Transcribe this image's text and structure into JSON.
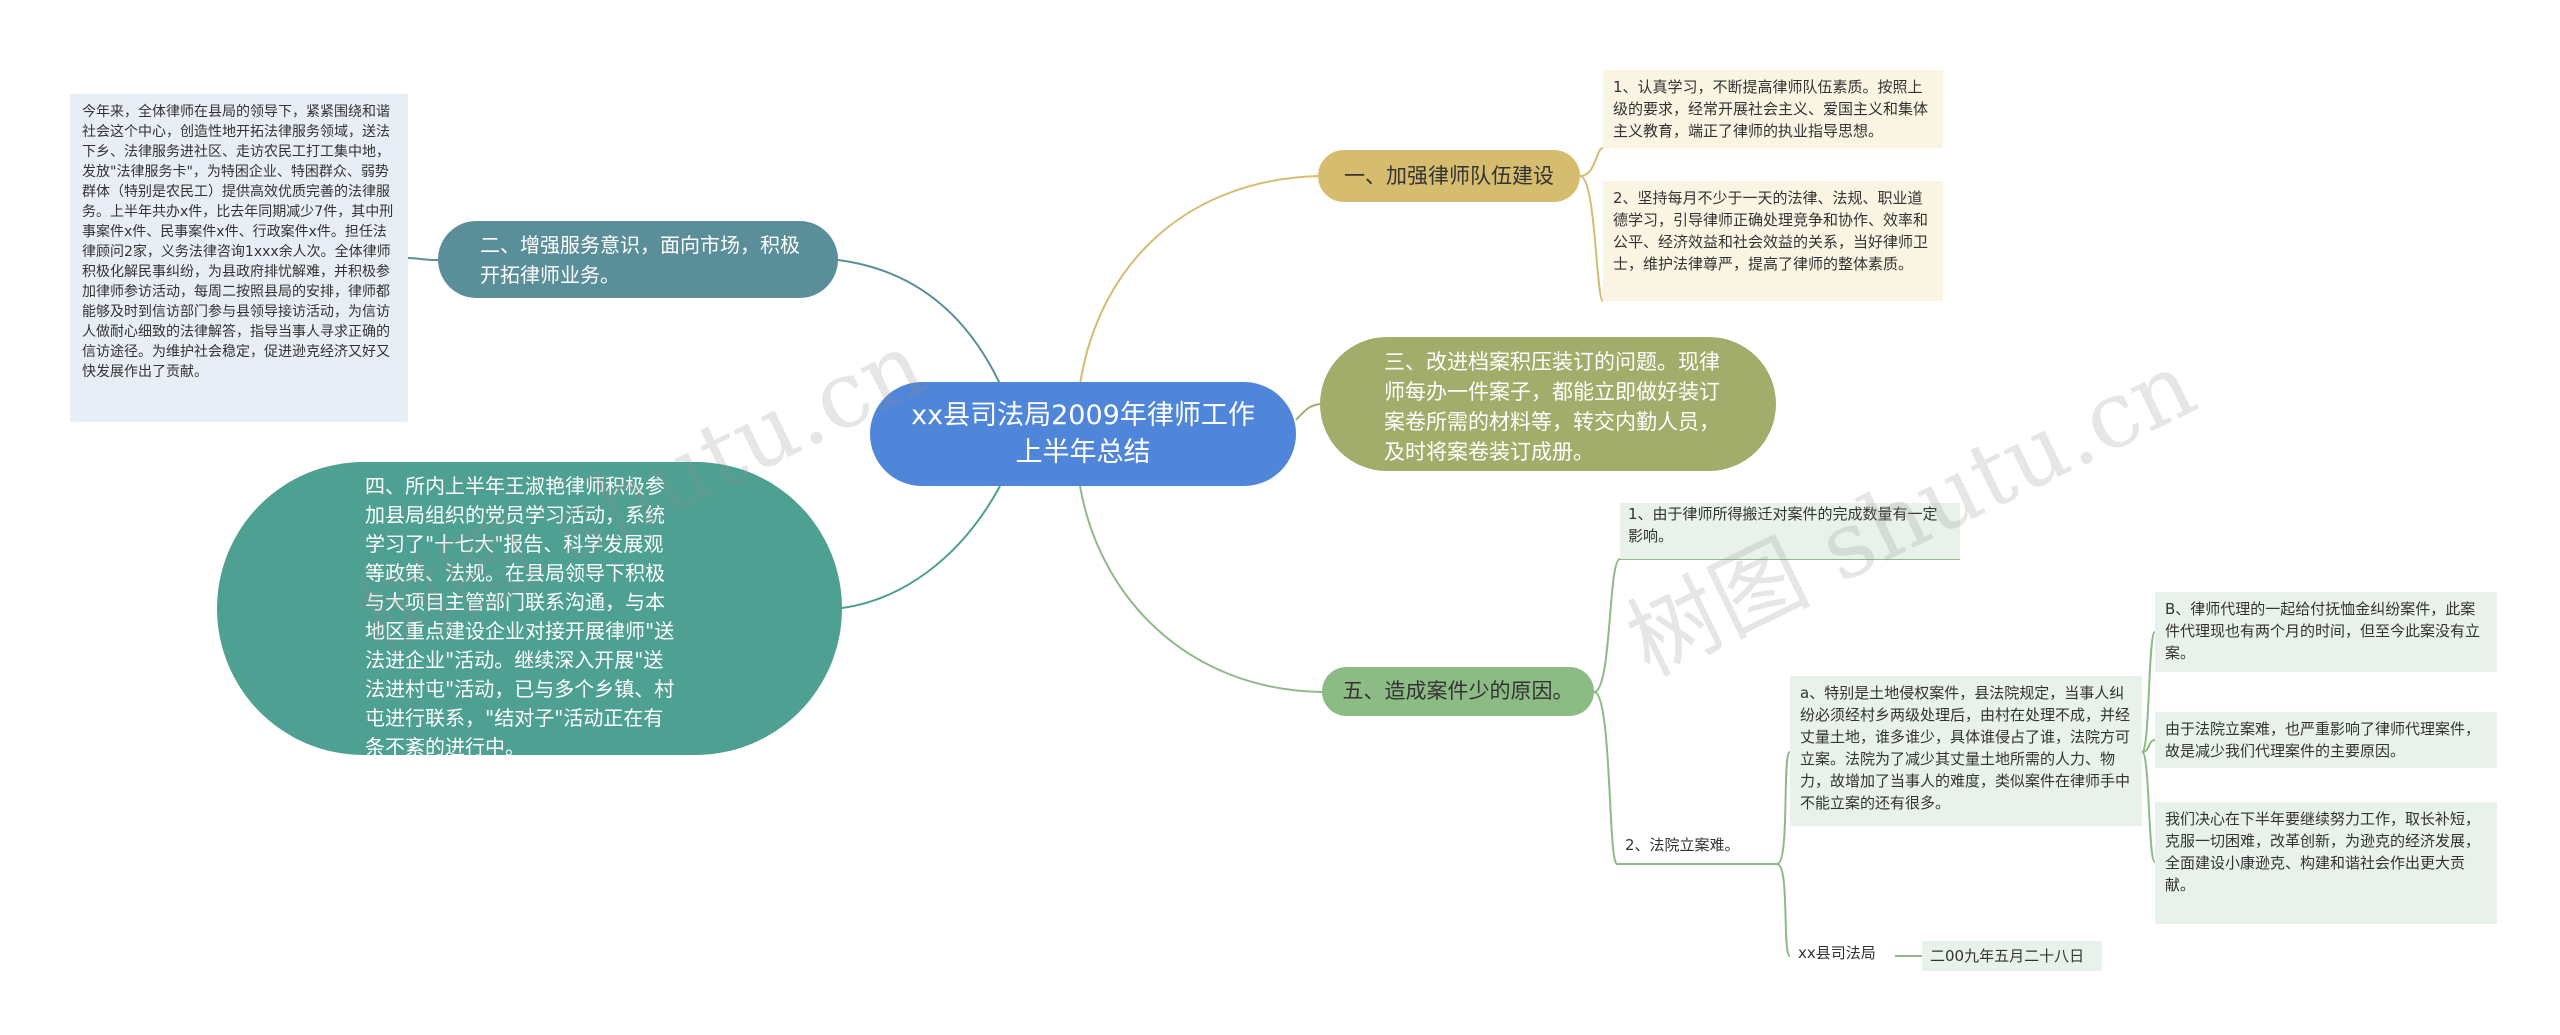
{
  "center": "xx县司法局2009年律师工作上半年总结",
  "branches": {
    "b1": {
      "title": "一、加强律师队伍建设",
      "items": [
        "1、认真学习，不断提高律师队伍素质。按照上级的要求，经常开展社会主义、爱国主义和集体主义教育，端正了律师的执业指导思想。",
        "2、坚持每月不少于一天的法律、法规、职业道德学习，引导律师正确处理竞争和协作、效率和公平、经济效益和社会效益的关系，当好律师卫士，维护法律尊严，提高了律师的整体素质。"
      ]
    },
    "b2": {
      "title": "二、增强服务意识，面向市场，积极开拓律师业务。",
      "detail": "今年来，全体律师在县局的领导下，紧紧围绕和谐社会这个中心，创造性地开拓法律服务领域，送法下乡、法律服务进社区、走访农民工打工集中地，发放\"法律服务卡\"，为特困企业、特困群众、弱势群体（特别是农民工）提供高效优质完善的法律服务。上半年共办x件，比去年同期减少7件，其中刑事案件x件、民事案件x件、行政案件x件。担任法律顾问2家，义务法律咨询1xxx余人次。全体律师积极化解民事纠纷，为县政府排忧解难，并积极参加律师参访活动，每周二按照县局的安排，律师都能够及时到信访部门参与县领导接访活动，为信访人做耐心细致的法律解答，指导当事人寻求正确的信访途径。为维护社会稳定，促进逊克经济又好又快发展作出了贡献。"
    },
    "b3": {
      "title": "三、改进档案积压装订的问题。现律师每办一件案子，都能立即做好装订案卷所需的材料等，转交内勤人员，及时将案卷装订成册。"
    },
    "b4": {
      "title": "四、所内上半年王淑艳律师积极参加县局组织的党员学习活动，系统学习了\"十七大\"报告、科学发展观等政策、法规。在县局领导下积极与大项目主管部门联系沟通，与本地区重点建设企业对接开展律师\"送法进企业\"活动。继续深入开展\"送法进村屯\"活动，已与多个乡镇、村屯进行联系，\"结对子\"活动正在有条不紊的进行中。"
    },
    "b5": {
      "title": "五、造成案件少的原因。",
      "r1": "1、由于律师所得搬迁对案件的完成数量有一定影响。",
      "r2": {
        "title": "2、法院立案难。",
        "a": "a、特别是土地侵权案件，县法院规定，当事人纠纷必须经村乡两级处理后，由村在处理不成，并经丈量土地，谁多谁少，具体谁侵占了谁，法院方可立案。法院为了减少其丈量土地所需的人力、物力，故增加了当事人的难度，类似案件在律师手中不能立案的还有很多。",
        "b_items": [
          "B、律师代理的一起给付抚恤金纠纷案件，此案件代理现也有两个月的时间，但至今此案没有立案。",
          "由于法院立案难，也严重影响了律师代理案件，故是减少我们代理案件的主要原因。",
          "我们决心在下半年要继续努力工作，取长补短，克服一切困难，改革创新，为逊克的经济发展，全面建设小康逊克、构建和谐社会作出更大贡献。"
        ],
        "org": "xx县司法局",
        "date": "二00九年五月二十八日"
      }
    }
  },
  "watermarks": [
    "树图 shutu.cn",
    "树图 shutu.cn"
  ],
  "colors": {
    "center": "#4f86d9",
    "teal": "#5a8f9a",
    "gold": "#d6bc6e",
    "olive": "#a3ad6b",
    "green": "#8dbb85",
    "big_teal": "#4ea092"
  }
}
